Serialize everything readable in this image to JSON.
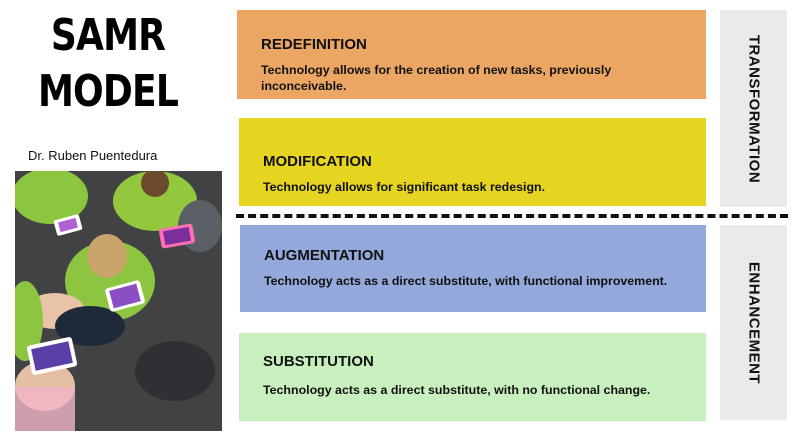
{
  "title_line1": "SAMR",
  "title_line2": "MODEL",
  "author": "Dr. Ruben Puentedura",
  "levels": [
    {
      "name": "REDEFINITION",
      "description": "Technology allows for the creation of new tasks, previously inconceivable.",
      "color": "#eba664"
    },
    {
      "name": "MODIFICATION",
      "description": "Technology allows for significant task redesign.",
      "color": "#e5d420"
    },
    {
      "name": "AUGMENTATION",
      "description": "Technology acts as a direct substitute, with functional improvement.",
      "color": "#93a9dc"
    },
    {
      "name": "SUBSTITUTION",
      "description": "Technology acts as a direct substitute, with no functional change.",
      "color": "#c8f0bf"
    }
  ],
  "bands": {
    "top": "TRANSFORMATION",
    "bottom": "ENHANCEMENT"
  },
  "colors": {
    "band_background": "#eaeaea",
    "divider": "#111111"
  }
}
